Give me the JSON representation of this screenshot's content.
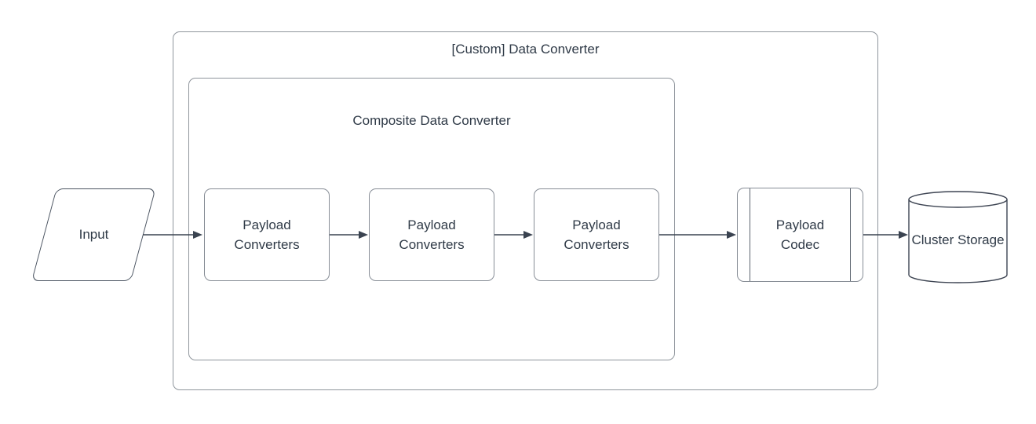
{
  "diagram": {
    "outer_container": {
      "title": "[Custom] Data Converter"
    },
    "inner_container": {
      "title": "Composite Data Converter"
    },
    "nodes": {
      "input": {
        "label": "Input",
        "shape": "parallelogram"
      },
      "converters": [
        {
          "label": "Payload Converters",
          "shape": "rounded-rectangle"
        },
        {
          "label": "Payload Converters",
          "shape": "rounded-rectangle"
        },
        {
          "label": "Payload Converters",
          "shape": "rounded-rectangle"
        }
      ],
      "codec": {
        "label": "Payload Codec",
        "shape": "subroutine"
      },
      "storage": {
        "label": "Cluster Storage",
        "shape": "cylinder"
      }
    },
    "edges": [
      {
        "from": "input",
        "to": "payload-converters-1"
      },
      {
        "from": "payload-converters-1",
        "to": "payload-converters-2"
      },
      {
        "from": "payload-converters-2",
        "to": "payload-converters-3"
      },
      {
        "from": "payload-converters-3",
        "to": "payload-codec"
      },
      {
        "from": "payload-codec",
        "to": "cluster-storage"
      }
    ],
    "colors": {
      "background": "#ffffff",
      "container_border": "#8f959c",
      "box_border": "#878d96",
      "dark_stroke": "#3a4350",
      "text": "#2f3a47"
    }
  }
}
